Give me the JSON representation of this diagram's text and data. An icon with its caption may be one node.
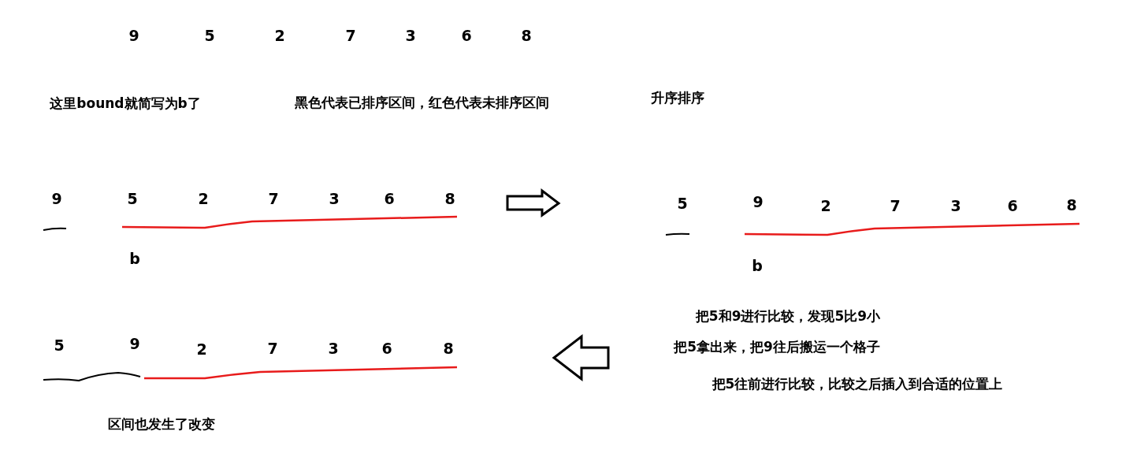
{
  "diagram": {
    "labels": [
      "9",
      "5",
      "2",
      "7",
      "3",
      "6",
      "8",
      "这里bound就简写为b了",
      "黑色代表已排序区间，红色代表未排序区间",
      "升序排序",
      "9",
      "5",
      "2",
      "7",
      "3",
      "6",
      "8",
      "5",
      "9",
      "2",
      "7",
      "3",
      "6",
      "8",
      "b",
      "b",
      "把5和9进行比较，发现5比9小",
      "把5拿出来，把9往后搬运一个格子",
      "把5往前进行比较，比较之后插入到合适的位置上",
      "5",
      "9",
      "2",
      "7",
      "3",
      "6",
      "8",
      "区间也发生了改变"
    ]
  }
}
